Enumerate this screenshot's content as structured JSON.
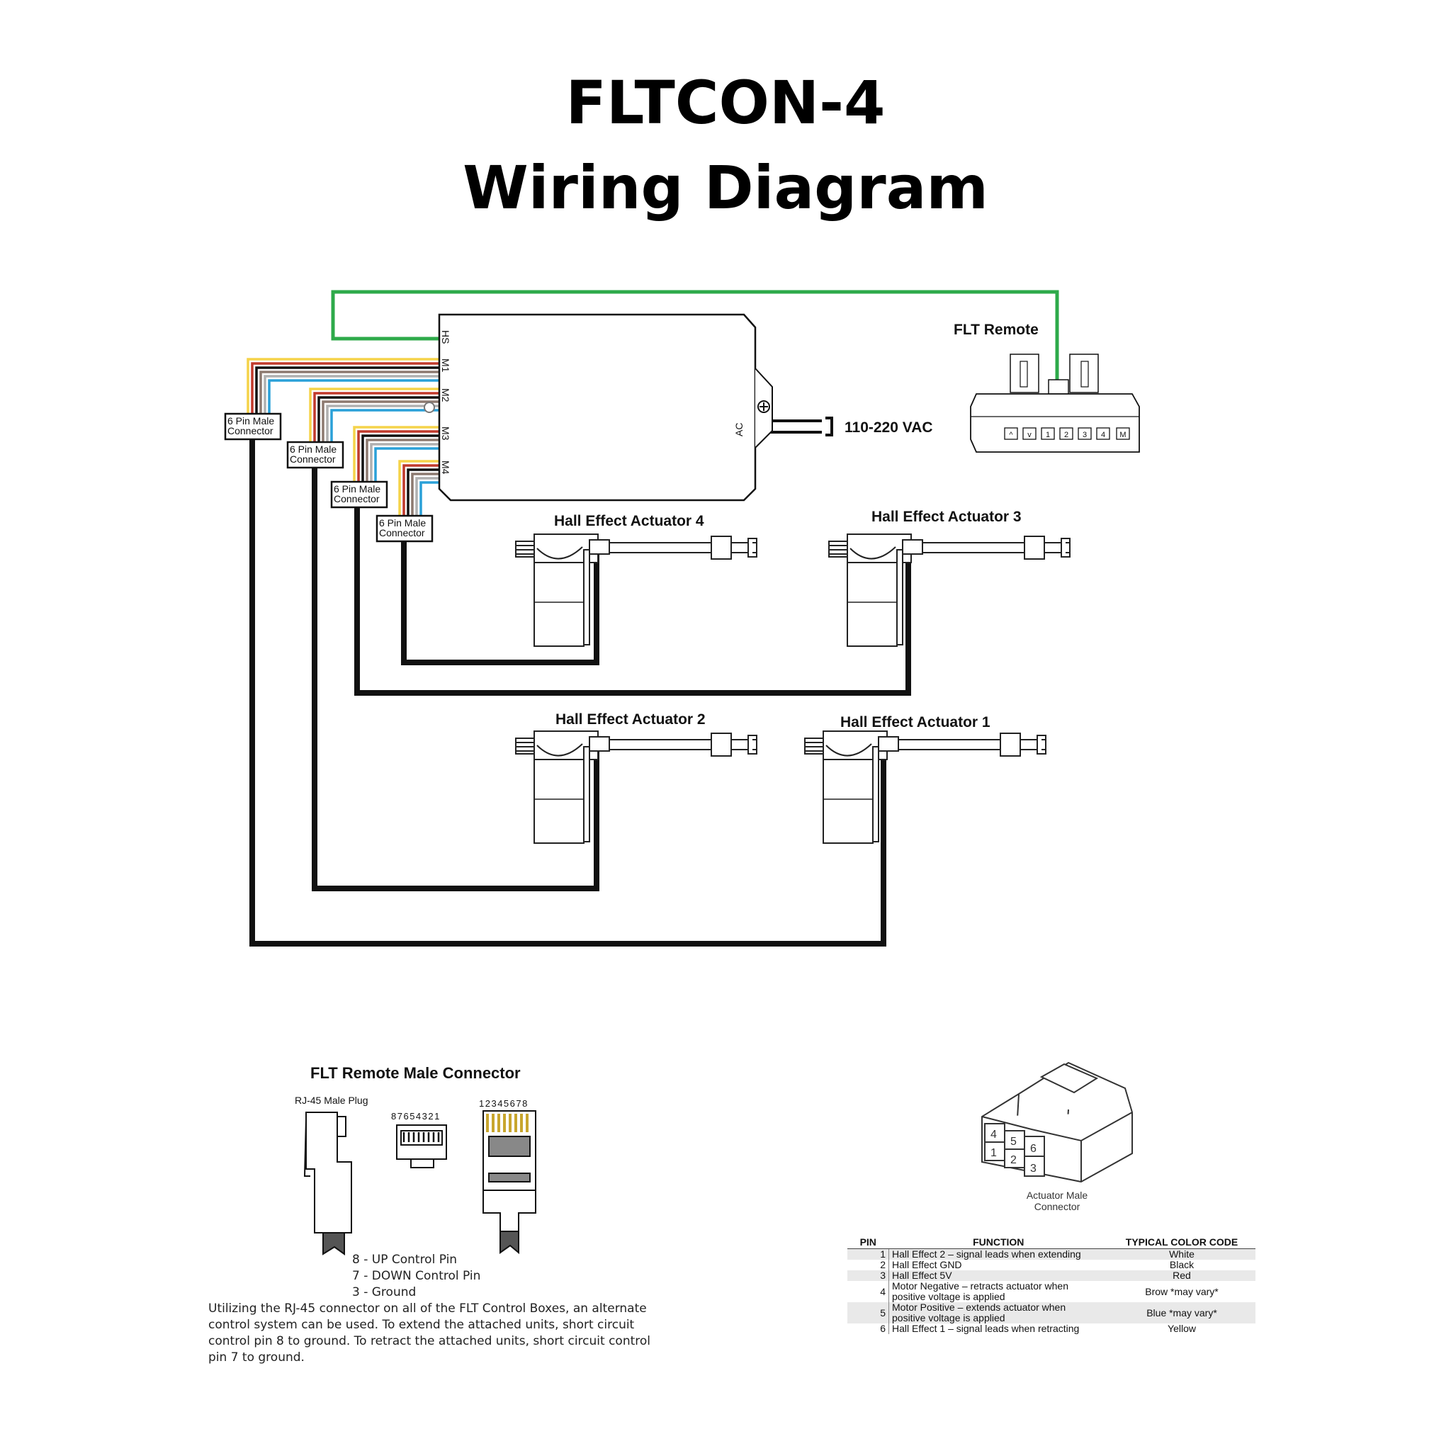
{
  "title": {
    "line1": "FLTCON-4",
    "line2": "Wiring Diagram"
  },
  "control_box": {
    "ports": [
      "HS",
      "M1",
      "M2",
      "M3",
      "M4"
    ],
    "ac_label": "AC",
    "power_label": "110-220 VAC"
  },
  "remote": {
    "label": "FLT Remote",
    "buttons": [
      "^",
      "v",
      "1",
      "2",
      "3",
      "4",
      "M"
    ]
  },
  "connectors": [
    "6 Pin Male Connector",
    "6 Pin Male Connector",
    "6 Pin Male Connector",
    "6 Pin Male Connector"
  ],
  "connector_line1": "6 Pin Male",
  "connector_line2": "Connector",
  "actuators": [
    "Hall Effect Actuator  4",
    "Hall Effect Actuator  3",
    "Hall Effect Actuator  2",
    "Hall Effect Actuator 1"
  ],
  "wire_colors": {
    "remote_link": "#2eaa4a",
    "yellow": "#f5d34a",
    "red": "#c0392b",
    "black": "#111111",
    "brown": "#8d7a70",
    "grey": "#b0b0b0",
    "blue": "#2aa0d8"
  },
  "rj45": {
    "heading": "FLT Remote  Male Connector",
    "plug_label": "RJ-45 Male Plug",
    "pin_order_front": "87654321",
    "pin_order_top": "12345678",
    "pins": [
      "8 - UP Control Pin",
      "7 - DOWN Control Pin",
      "3 - Ground"
    ],
    "description": "Utilizing the RJ-45 connector on all of the FLT Control Boxes, an alternate control system can be used. To extend the attached units, short circuit control pin 8 to ground. To retract the attached units, short circuit control pin 7 to ground."
  },
  "actuator_connector": {
    "label_line1": "Actuator Male",
    "label_line2": "Connector",
    "pin_numbers": [
      "4",
      "5",
      "1",
      "2",
      "6",
      "3"
    ]
  },
  "pin_table": {
    "headers": [
      "PIN",
      "FUNCTION",
      "TYPICAL COLOR CODE"
    ],
    "rows": [
      {
        "pin": "1",
        "function": "Hall Effect 2 – signal leads when extending",
        "color": "White"
      },
      {
        "pin": "2",
        "function": "Hall Effect GND",
        "color": "Black"
      },
      {
        "pin": "3",
        "function": "Hall Effect 5V",
        "color": "Red"
      },
      {
        "pin": "4",
        "function": "Motor Negative – retracts actuator when positive voltage is applied",
        "color": "Brow  *may vary*"
      },
      {
        "pin": "5",
        "function": "Motor Positive – extends actuator when positive voltage is applied",
        "color": "Blue  *may vary*"
      },
      {
        "pin": "6",
        "function": "Hall Effect 1 – signal leads when retracting",
        "color": "Yellow"
      }
    ]
  }
}
